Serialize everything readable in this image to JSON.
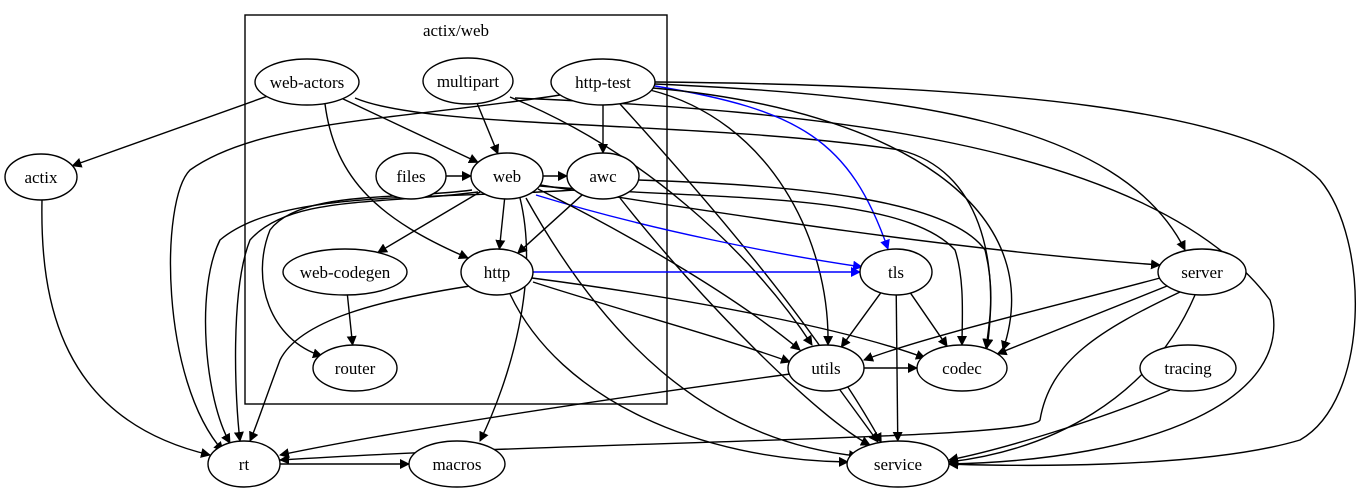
{
  "cluster": {
    "label": "actix/web"
  },
  "nodes": [
    {
      "id": "web-actors",
      "label": "web-actors"
    },
    {
      "id": "multipart",
      "label": "multipart"
    },
    {
      "id": "http-test",
      "label": "http-test"
    },
    {
      "id": "files",
      "label": "files"
    },
    {
      "id": "web",
      "label": "web"
    },
    {
      "id": "awc",
      "label": "awc"
    },
    {
      "id": "web-codegen",
      "label": "web-codegen"
    },
    {
      "id": "http",
      "label": "http"
    },
    {
      "id": "router",
      "label": "router"
    },
    {
      "id": "actix",
      "label": "actix"
    },
    {
      "id": "tls",
      "label": "tls"
    },
    {
      "id": "server",
      "label": "server"
    },
    {
      "id": "utils",
      "label": "utils"
    },
    {
      "id": "codec",
      "label": "codec"
    },
    {
      "id": "tracing",
      "label": "tracing"
    },
    {
      "id": "rt",
      "label": "rt"
    },
    {
      "id": "macros",
      "label": "macros"
    },
    {
      "id": "service",
      "label": "service"
    }
  ],
  "edges": [
    {
      "from": "web-actors",
      "to": "actix",
      "color": "#000000"
    },
    {
      "from": "web-actors",
      "to": "web",
      "color": "#000000"
    },
    {
      "from": "web-actors",
      "to": "http",
      "color": "#000000"
    },
    {
      "from": "web-actors",
      "to": "codec",
      "color": "#000000"
    },
    {
      "from": "multipart",
      "to": "web",
      "color": "#000000"
    },
    {
      "from": "multipart",
      "to": "utils",
      "color": "#000000"
    },
    {
      "from": "multipart",
      "to": "service",
      "color": "#000000"
    },
    {
      "from": "http-test",
      "to": "awc",
      "color": "#000000"
    },
    {
      "from": "http-test",
      "to": "tls",
      "color": "#0000ff"
    },
    {
      "from": "http-test",
      "to": "rt",
      "color": "#000000"
    },
    {
      "from": "http-test",
      "to": "utils",
      "color": "#000000"
    },
    {
      "from": "http-test",
      "to": "codec",
      "color": "#000000"
    },
    {
      "from": "http-test",
      "to": "server",
      "color": "#000000"
    },
    {
      "from": "http-test",
      "to": "service",
      "color": "#000000"
    },
    {
      "from": "http-test",
      "to": "service",
      "color": "#000000"
    },
    {
      "from": "files",
      "to": "web",
      "color": "#000000"
    },
    {
      "from": "web",
      "to": "awc",
      "color": "#000000"
    },
    {
      "from": "web",
      "to": "http",
      "color": "#000000"
    },
    {
      "from": "web",
      "to": "web-codegen",
      "color": "#000000"
    },
    {
      "from": "web",
      "to": "router",
      "color": "#000000"
    },
    {
      "from": "web",
      "to": "rt",
      "color": "#000000"
    },
    {
      "from": "web",
      "to": "macros",
      "color": "#000000"
    },
    {
      "from": "web",
      "to": "tls",
      "color": "#0000ff"
    },
    {
      "from": "web",
      "to": "server",
      "color": "#000000"
    },
    {
      "from": "web",
      "to": "utils",
      "color": "#000000"
    },
    {
      "from": "web",
      "to": "codec",
      "color": "#000000"
    },
    {
      "from": "web",
      "to": "service",
      "color": "#000000"
    },
    {
      "from": "awc",
      "to": "http",
      "color": "#000000"
    },
    {
      "from": "awc",
      "to": "rt",
      "color": "#000000"
    },
    {
      "from": "awc",
      "to": "codec",
      "color": "#000000"
    },
    {
      "from": "awc",
      "to": "service",
      "color": "#000000"
    },
    {
      "from": "web-codegen",
      "to": "router",
      "color": "#000000"
    },
    {
      "from": "http",
      "to": "tls",
      "color": "#0000ff"
    },
    {
      "from": "http",
      "to": "rt",
      "color": "#000000"
    },
    {
      "from": "http",
      "to": "utils",
      "color": "#000000"
    },
    {
      "from": "http",
      "to": "codec",
      "color": "#000000"
    },
    {
      "from": "http",
      "to": "service",
      "color": "#000000"
    },
    {
      "from": "actix",
      "to": "rt",
      "color": "#000000"
    },
    {
      "from": "tls",
      "to": "utils",
      "color": "#000000"
    },
    {
      "from": "tls",
      "to": "codec",
      "color": "#000000"
    },
    {
      "from": "tls",
      "to": "service",
      "color": "#000000"
    },
    {
      "from": "server",
      "to": "utils",
      "color": "#000000"
    },
    {
      "from": "server",
      "to": "codec",
      "color": "#000000"
    },
    {
      "from": "server",
      "to": "rt",
      "color": "#000000"
    },
    {
      "from": "server",
      "to": "service",
      "color": "#000000"
    },
    {
      "from": "utils",
      "to": "codec",
      "color": "#000000"
    },
    {
      "from": "utils",
      "to": "rt",
      "color": "#000000"
    },
    {
      "from": "utils",
      "to": "service",
      "color": "#000000"
    },
    {
      "from": "tracing",
      "to": "service",
      "color": "#000000"
    },
    {
      "from": "rt",
      "to": "macros",
      "color": "#000000"
    }
  ]
}
